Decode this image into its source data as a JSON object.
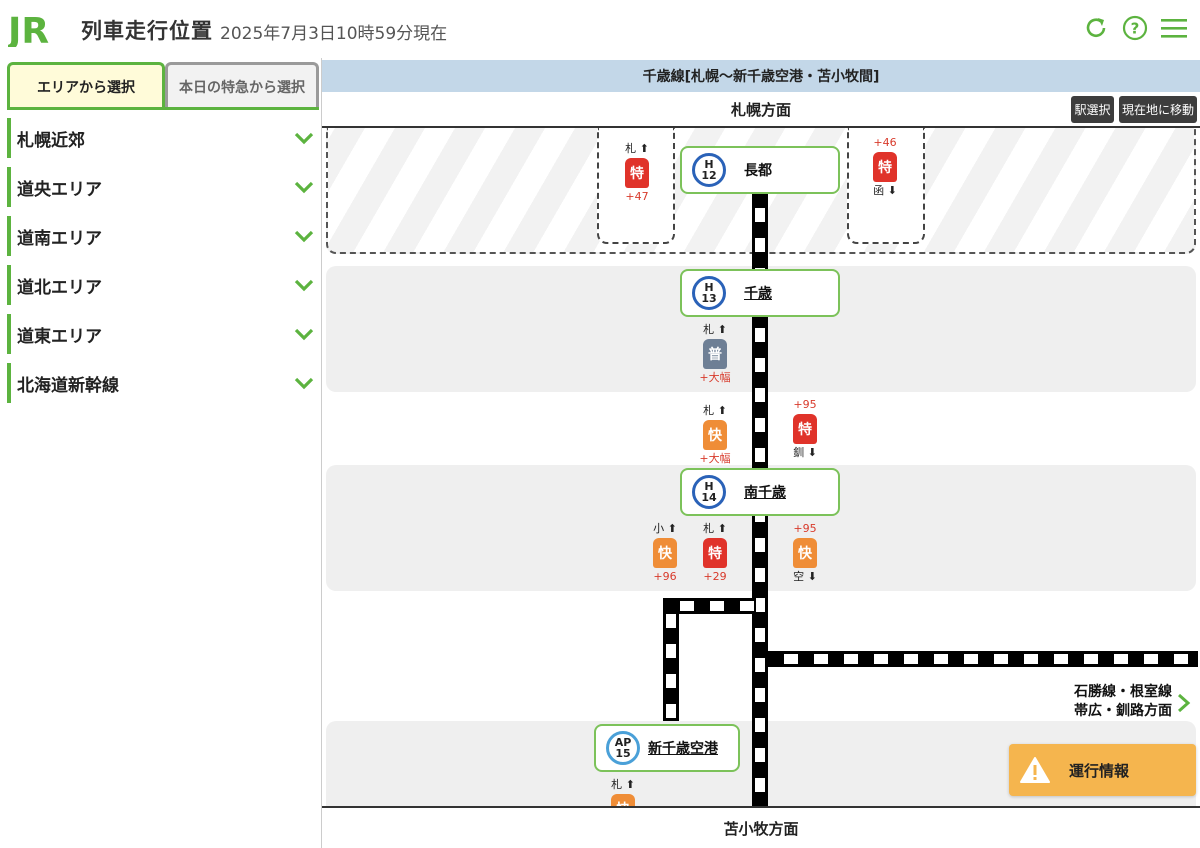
{
  "header": {
    "logo_text": "JR",
    "title": "列車走行位置",
    "timestamp": "2025年7月3日10時59分現在",
    "brand_color": "#5cb33f",
    "icons": [
      "refresh-icon",
      "help-icon",
      "menu-icon"
    ]
  },
  "sidebar": {
    "tabs": [
      {
        "label": "エリアから選択",
        "active": true
      },
      {
        "label": "本日の特急から選択",
        "active": false
      }
    ],
    "areas": [
      {
        "label": "札幌近郊"
      },
      {
        "label": "道央エリア"
      },
      {
        "label": "道南エリア"
      },
      {
        "label": "道北エリア"
      },
      {
        "label": "道東エリア"
      },
      {
        "label": "北海道新幹線"
      }
    ]
  },
  "main": {
    "line_title": "千歳線[札幌〜新千歳空港・苫小牧間]",
    "direction_north": "札幌方面",
    "direction_south": "苫小牧方面",
    "buttons": {
      "station_select": "駅選択",
      "move_current": "現在地に移動"
    },
    "stations": [
      {
        "code_line": "H",
        "code_num": "12",
        "name": "長都"
      },
      {
        "code_line": "H",
        "code_num": "13",
        "name": "千歳"
      },
      {
        "code_line": "H",
        "code_num": "14",
        "name": "南千歳"
      },
      {
        "code_line": "AP",
        "code_num": "15",
        "name": "新千歳空港"
      }
    ],
    "trains": [
      {
        "type": "特",
        "dest": "札",
        "dir": "up",
        "delay": "+47",
        "color": "#e0332a"
      },
      {
        "type": "特",
        "dest": "函",
        "dir": "down",
        "delay": "+46",
        "color": "#e0332a"
      },
      {
        "type": "普",
        "dest": "札",
        "dir": "up",
        "delay": "+大幅",
        "color": "#6e7f95"
      },
      {
        "type": "快",
        "dest": "札",
        "dir": "up",
        "delay": "+大幅",
        "color": "#ef8d37"
      },
      {
        "type": "特",
        "dest": "釧",
        "dir": "down",
        "delay": "+95",
        "color": "#e0332a"
      },
      {
        "type": "快",
        "dest": "小",
        "dir": "up",
        "delay": "+96",
        "color": "#ef8d37"
      },
      {
        "type": "特",
        "dest": "札",
        "dir": "up",
        "delay": "+29",
        "color": "#e0332a"
      },
      {
        "type": "快",
        "dest": "空",
        "dir": "down",
        "delay": "+95",
        "color": "#ef8d37"
      },
      {
        "type": "快",
        "dest": "札",
        "dir": "up",
        "delay": "",
        "color": "#ef8d37"
      }
    ],
    "branch": {
      "line1": "石勝線・根室線",
      "line2": "帯広・釧路方面"
    },
    "info_button": "運行情報"
  }
}
